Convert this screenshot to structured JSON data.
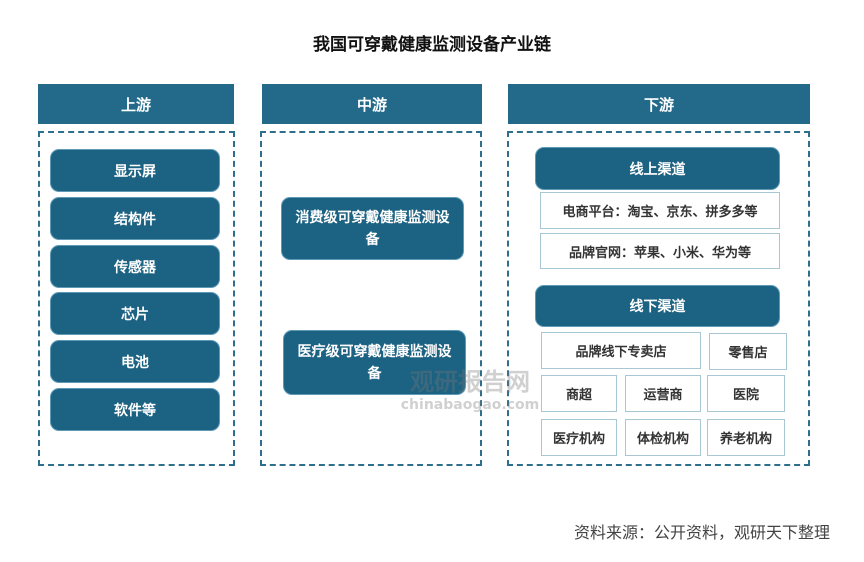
{
  "title": "我国可穿戴健康监测设备产业链",
  "upstream": {
    "header": "上游",
    "items": [
      "显示屏",
      "结构件",
      "传感器",
      "芯片",
      "电池",
      "软件等"
    ]
  },
  "midstream": {
    "header": "中游",
    "items": [
      "消费级可穿戴健康监测设备",
      "医疗级可穿戴健康监测设备"
    ]
  },
  "downstream": {
    "header": "下游",
    "online": {
      "label": "线上渠道",
      "items": [
        "电商平台：淘宝、京东、拼多多等",
        "品牌官网：苹果、小米、华为等"
      ]
    },
    "offline": {
      "label": "线下渠道",
      "items": [
        "品牌线下专卖店",
        "零售店",
        "商超",
        "运营商",
        "医院",
        "医疗机构",
        "体检机构",
        "养老机构"
      ]
    }
  },
  "watermark": {
    "name": "观研报告网",
    "url": "chinabaogao.com"
  },
  "source": "资料来源：公开资料，观研天下整理",
  "colors": {
    "primary": "#1c6282",
    "header": "#236a8a"
  }
}
